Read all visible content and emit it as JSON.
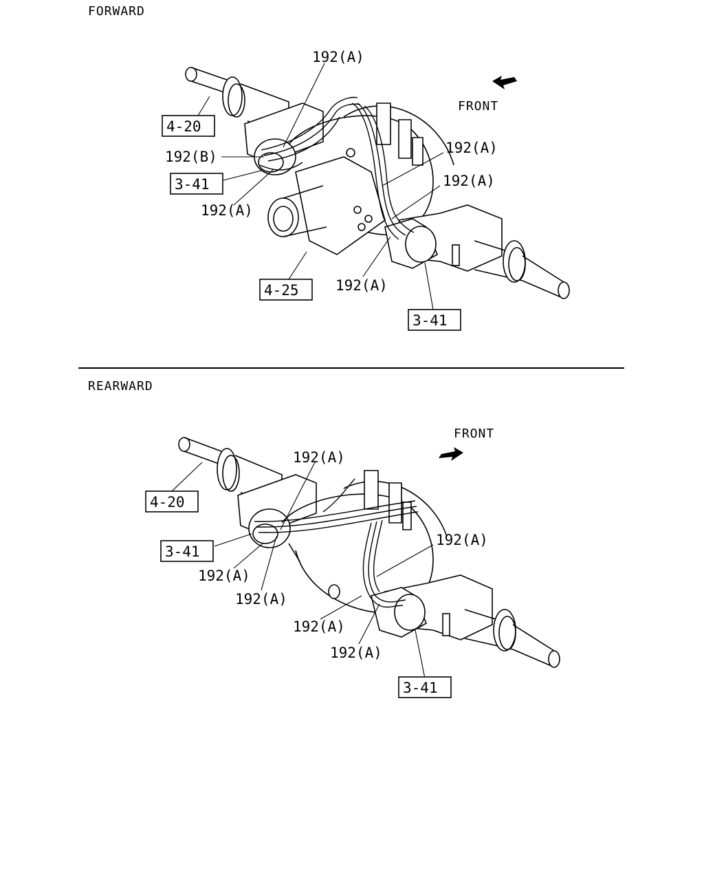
{
  "sections": {
    "forward": {
      "title": "FORWARD",
      "front_label": "FRONT",
      "callouts": [
        "192(A)",
        "192(A)",
        "192(A)",
        "192(B)",
        "192(A)",
        "192(A)"
      ],
      "ref_boxes": [
        "4-20",
        "3-41",
        "4-25",
        "3-41"
      ]
    },
    "rearward": {
      "title": "REARWARD",
      "front_label": "FRONT",
      "callouts": [
        "192(A)",
        "192(A)",
        "192(A)",
        "192(A)",
        "192(A)",
        "192(A)"
      ],
      "ref_boxes": [
        "4-20",
        "3-41",
        "3-41"
      ]
    }
  }
}
